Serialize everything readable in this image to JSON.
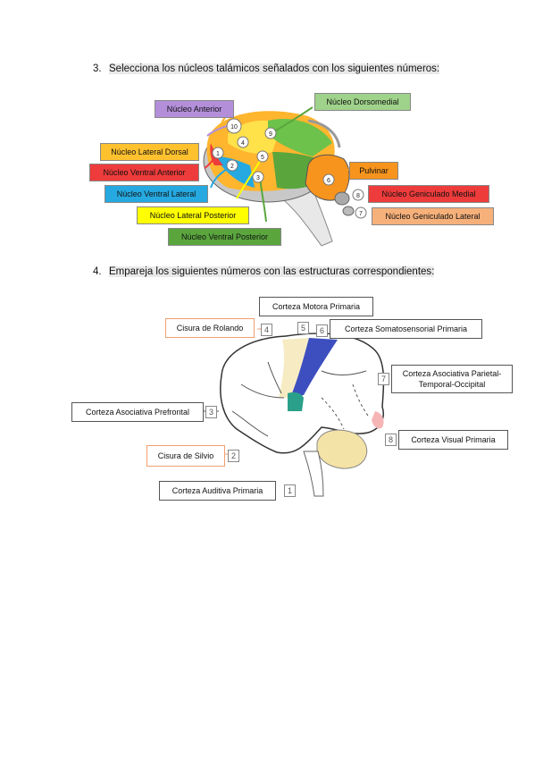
{
  "question3": {
    "number": "3.",
    "text": "Selecciona los núcleos talámicos señalados con los siguientes números:"
  },
  "question4": {
    "number": "4.",
    "text": "Empareja los siguientes números con las estructuras correspondientes:"
  },
  "thalamus_labels": {
    "anterior": "Núcleo Anterior",
    "dorsomedial": "Núcleo Dorsomedial",
    "lateral_dorsal": "Núcleo Lateral Dorsal",
    "ventral_anterior": "Núcleo Ventral Anterior",
    "ventral_lateral": "Núcleo Ventral Lateral",
    "lateral_posterior": "Núcleo Lateral Posterior",
    "ventral_posterior": "Núcleo Ventral Posterior",
    "pulvinar": "Pulvinar",
    "geniculado_medial": "Núcleo Geniculado Medial",
    "geniculado_lateral": "Núcleo Geniculado Lateral"
  },
  "thalamus_numbers": [
    "1",
    "2",
    "3",
    "4",
    "5",
    "6",
    "7",
    "8",
    "9",
    "10"
  ],
  "brain_labels": {
    "motora": "Corteza Motora Primaria",
    "rolando": "Cisura de Rolando",
    "somato": "Corteza Somatosensorial Primaria",
    "parietal": "Corteza Asociativa Parietal-",
    "parietal2": "Temporal-Occipital",
    "prefrontal": "Corteza Asociativa Prefrontal",
    "visual": "Corteza Visual Primaria",
    "silvio": "Cisura de Silvio",
    "auditiva": "Corteza Auditiva Primaria"
  },
  "brain_numbers": [
    "1",
    "2",
    "3",
    "4",
    "5",
    "6",
    "7",
    "8"
  ],
  "colors": {
    "purple": "#b38fd9",
    "green_light": "#9fd28a",
    "yellow_orange": "#ffc12e",
    "red": "#ee3b3b",
    "blue": "#26a9e0",
    "yellow": "#ffff00",
    "green_dark": "#5aa63d",
    "orange": "#f7941d",
    "salmon": "#f6b07a"
  }
}
